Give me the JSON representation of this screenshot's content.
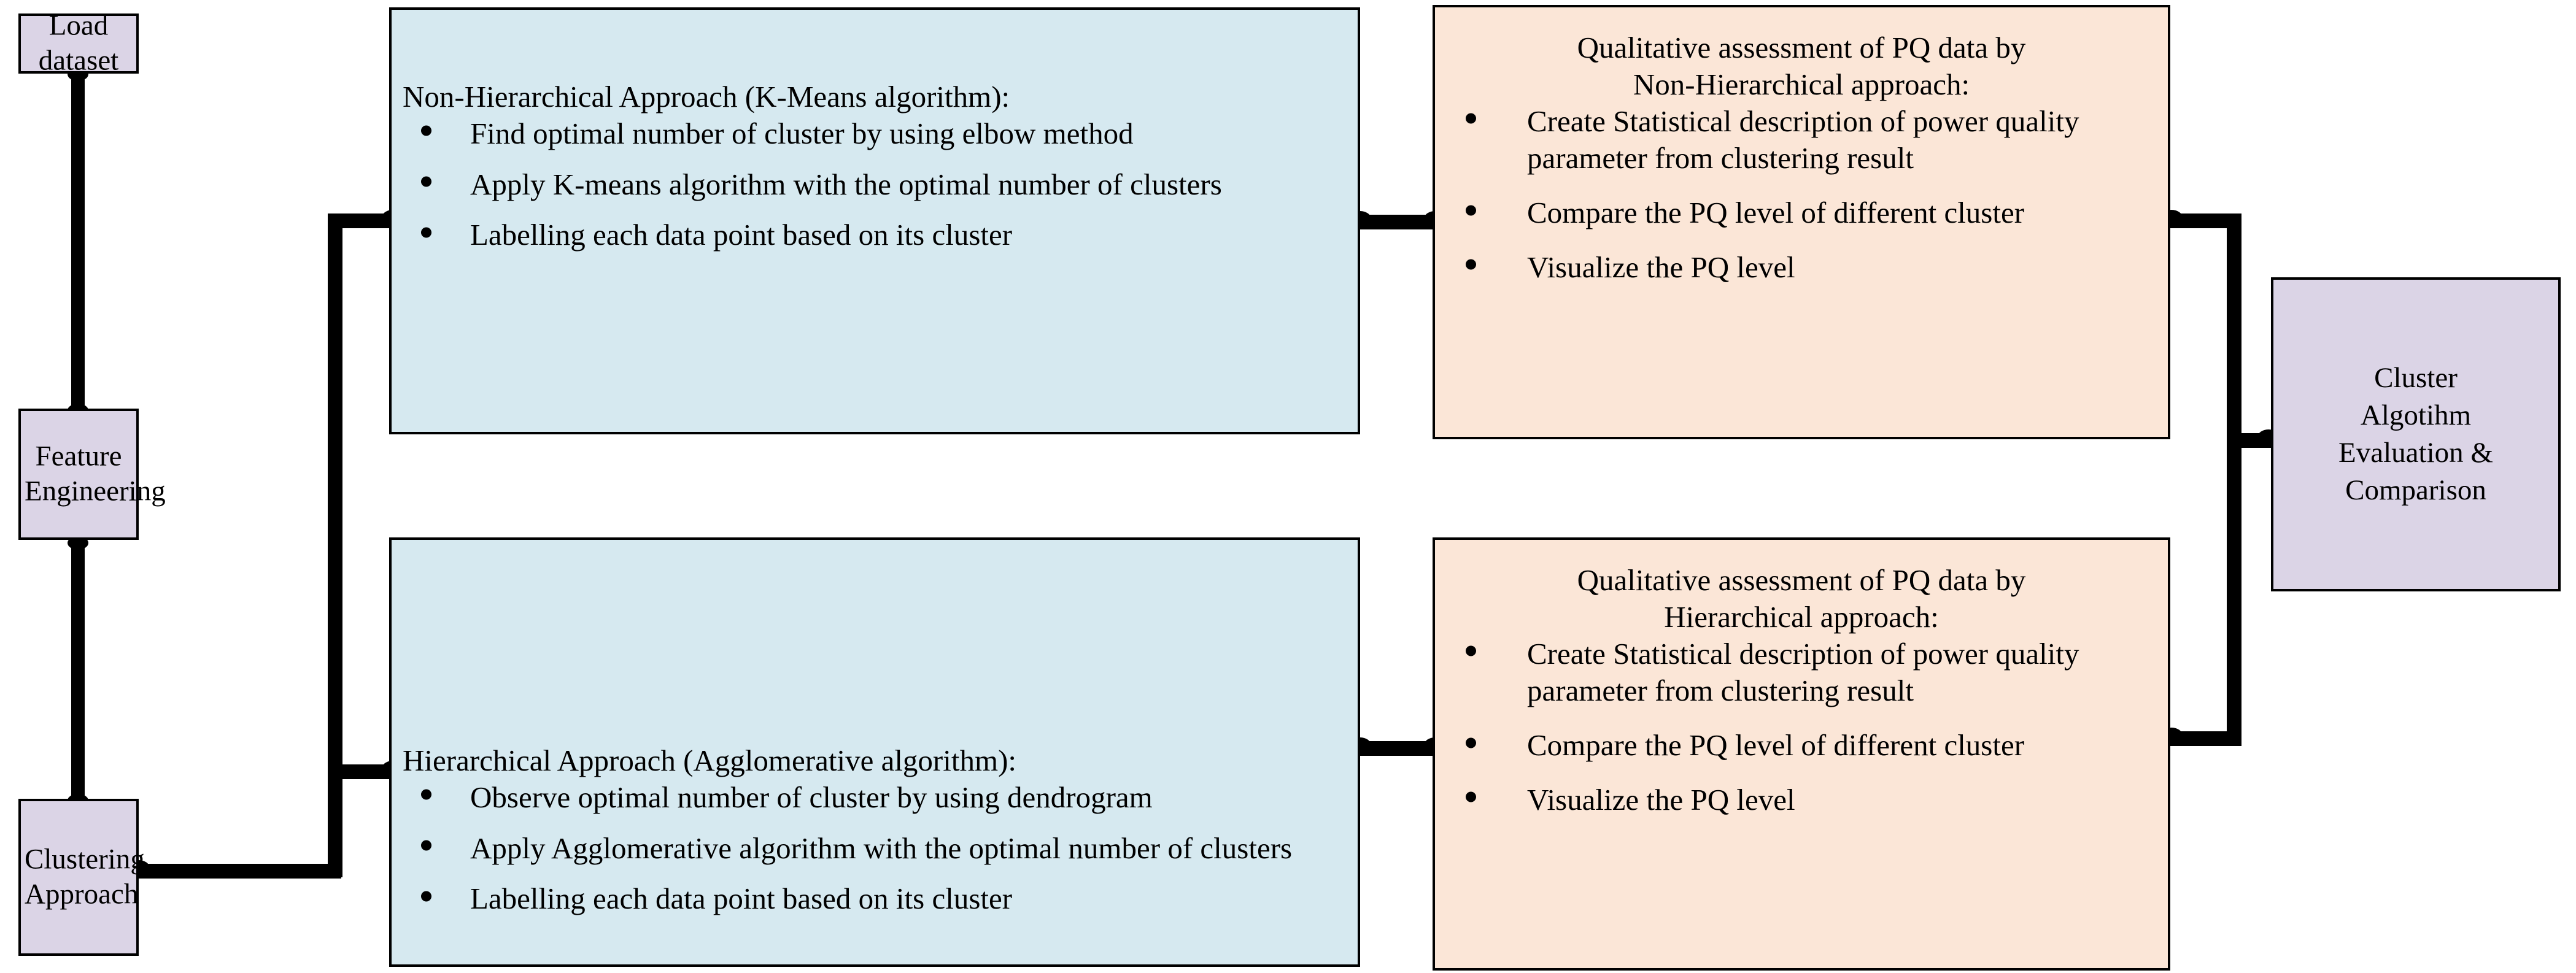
{
  "diagram": {
    "title_present": false,
    "colors": {
      "purple_fill": "#dbd4e6",
      "blue_fill": "#d6e9f0",
      "orange_fill": "#fbe6d7",
      "stroke": "#000000"
    },
    "nodes": {
      "load_dataset": {
        "label": "Load\ndataset",
        "line1": "Load",
        "line2": "dataset"
      },
      "feature_engineering": {
        "line1": "Feature",
        "line2": "Engineering"
      },
      "clustering_approach": {
        "line1": "Clustering",
        "line2": "Approach"
      },
      "cluster_evaluation": {
        "line1": "Cluster",
        "line2": "Algotihm",
        "line3": "Evaluation &",
        "line4": "Comparison"
      },
      "non_hierarchical": {
        "heading": "Non-Hierarchical Approach (K-Means algorithm):",
        "bullets": [
          "Find optimal number of cluster by using elbow method",
          "Apply K-means algorithm with the optimal number of clusters",
          "Labelling each data point based on its cluster"
        ]
      },
      "hierarchical": {
        "heading": "Hierarchical Approach (Agglomerative algorithm):",
        "bullets": [
          "Observe optimal number of cluster by using dendrogram",
          "Apply Agglomerative algorithm with the optimal number of clusters",
          "Labelling each data point based on its cluster"
        ]
      },
      "qualitative_non_hierarchical": {
        "heading_line1": "Qualitative assessment of PQ data by",
        "heading_line2": "Non-Hierarchical approach:",
        "bullets": [
          "Create Statistical description of power quality parameter from clustering result",
          "Compare  the PQ level of different cluster",
          "Visualize the PQ level"
        ]
      },
      "qualitative_hierarchical": {
        "heading_line1": "Qualitative assessment of PQ data by",
        "heading_line2": "Hierarchical approach:",
        "bullets": [
          "Create Statistical description of power quality parameter from clustering result",
          "Compare  the PQ level of different cluster",
          "Visualize the PQ level"
        ]
      }
    },
    "edges": [
      {
        "from": "load_dataset",
        "to": "feature_engineering"
      },
      {
        "from": "feature_engineering",
        "to": "clustering_approach"
      },
      {
        "from": "clustering_approach",
        "to": "non_hierarchical"
      },
      {
        "from": "clustering_approach",
        "to": "hierarchical"
      },
      {
        "from": "non_hierarchical",
        "to": "qualitative_non_hierarchical"
      },
      {
        "from": "hierarchical",
        "to": "qualitative_hierarchical"
      },
      {
        "from": "qualitative_non_hierarchical",
        "to": "cluster_evaluation"
      },
      {
        "from": "qualitative_hierarchical",
        "to": "cluster_evaluation"
      }
    ]
  }
}
